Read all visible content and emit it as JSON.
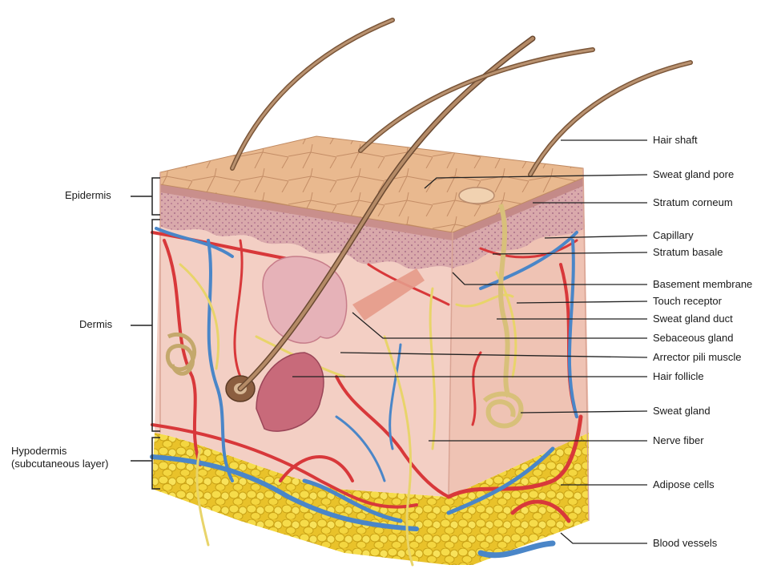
{
  "labels": {
    "left": {
      "epidermis": "Epidermis",
      "dermis": "Dermis",
      "hypodermis": "Hypodermis",
      "hypodermis_sub": "(subcutaneous layer)"
    },
    "right": {
      "hair_shaft": "Hair shaft",
      "sweat_gland_pore": "Sweat gland pore",
      "stratum_corneum": "Stratum corneum",
      "capillary": "Capillary",
      "stratum_basale": "Stratum basale",
      "basement_membrane": "Basement membrane",
      "touch_receptor": "Touch receptor",
      "sweat_gland_duct": "Sweat gland duct",
      "sebaceous_gland": "Sebaceous gland",
      "arrector_pili_muscle": "Arrector pili muscle",
      "hair_follicle": "Hair follicle",
      "sweat_gland": "Sweat gland",
      "nerve_fiber": "Nerve fiber",
      "adipose_cells": "Adipose cells",
      "blood_vessels": "Blood vessels"
    }
  },
  "colors": {
    "epidermis_surface": "#e9b98f",
    "epidermis_side": "#d9a7a8",
    "dermis": "#f3cfc4",
    "dermis_side": "#efc6b8",
    "adipose": "#f2d23a",
    "artery": "#d8383a",
    "vein": "#4a86c8",
    "nerve": "#e8d46a",
    "hair": "#a98160",
    "leader_line": "#222222"
  }
}
